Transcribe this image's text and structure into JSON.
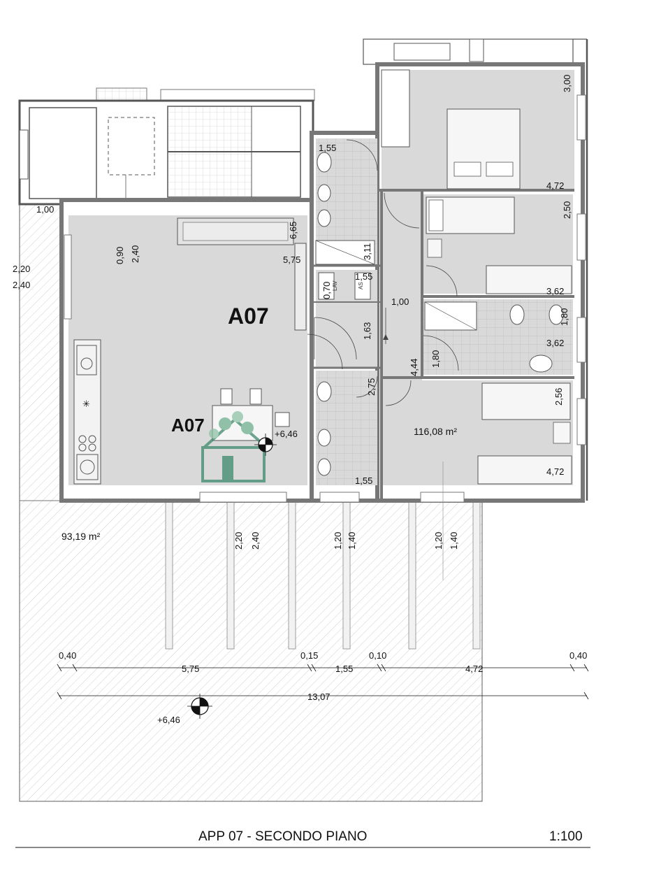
{
  "plan": {
    "unit_code": "A07",
    "unit_code_small": "A07",
    "area_interior": "116,08 m²",
    "area_terrace": "93,19 m²",
    "elevation_1": "+6,46",
    "elevation_2": "+6,46",
    "caption": "APP 07 - SECONDO PIANO",
    "scale": "1:100",
    "fixture_lav": "LAV",
    "fixture_as": "AS",
    "colors": {
      "room_fill": "#d9d9d9",
      "wall": "#8a8a8a",
      "logo": "#3e8a6c"
    }
  },
  "dims": {
    "d_300": "3,00",
    "d_155a": "1,55",
    "d_472a": "4,72",
    "d_250": "2,50",
    "d_100a": "1,00",
    "d_665": "6,65",
    "d_090": "0,90",
    "d_240a": "2,40",
    "d_220a": "2,20",
    "d_240b": "2,40",
    "d_575a": "5,75",
    "d_311": "3,11",
    "d_155b": "1,55",
    "d_070": "0,70",
    "d_362a": "3,62",
    "d_100b": "1,00",
    "d_180a": "1,80",
    "d_362b": "3,62",
    "d_163": "1,63",
    "d_444": "4,44",
    "d_180b": "1,80",
    "d_275": "2,75",
    "d_256": "2,56",
    "d_472b": "4,72",
    "d_155c": "1,55",
    "d_220b": "2,20",
    "d_240c": "2,40",
    "d_120a": "1,20",
    "d_140a": "1,40",
    "d_120b": "1,20",
    "d_140b": "1,40",
    "d_040a": "0,40",
    "d_015": "0,15",
    "d_010": "0,10",
    "d_040b": "0,40",
    "d_575b": "5,75",
    "d_155d": "1,55",
    "d_472c": "4,72",
    "d_1307": "13,07"
  }
}
